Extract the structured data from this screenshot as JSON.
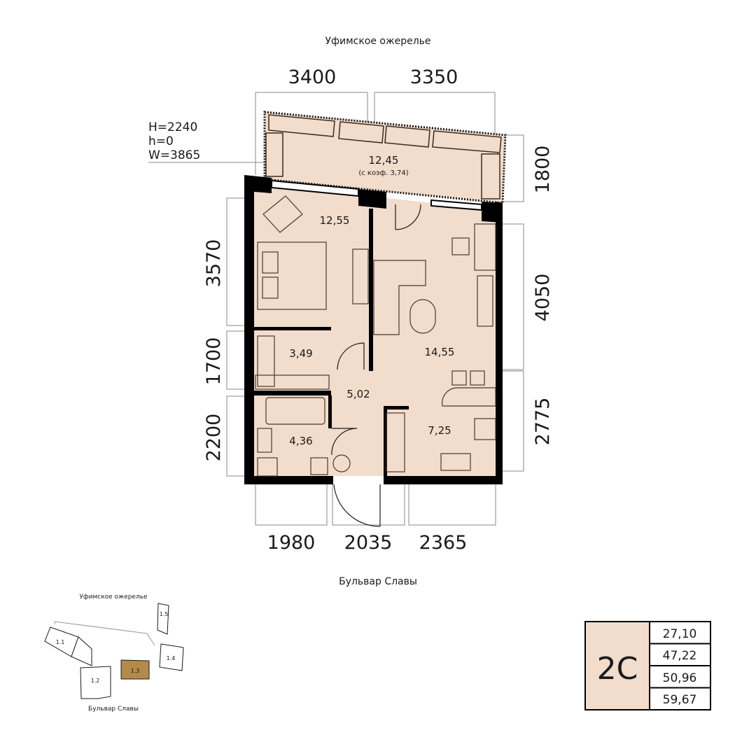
{
  "plan": {
    "street_top": "Уфимское ожерелье",
    "street_bottom": "Бульвар Славы",
    "window_spec": [
      "H=2240",
      "h=0",
      "W=3865"
    ],
    "dimensions_top": [
      "3400",
      "3350"
    ],
    "dimensions_right": [
      "1800",
      "4050",
      "2775"
    ],
    "dimensions_left": [
      "3570",
      "1700",
      "2200"
    ],
    "dimensions_bottom": [
      "1980",
      "2035",
      "2365"
    ],
    "rooms": {
      "balcony_area": "12,45",
      "balcony_coef": "(с коэф. 3,74)",
      "bedroom": "12,55",
      "closet": "3,49",
      "bathroom": "4,36",
      "hallway": "5,02",
      "living": "14,55",
      "kitchen": "7,25"
    },
    "fill_color": "#f2dccb"
  },
  "minimap": {
    "street_top": "Уфимское ожерелье",
    "street_bottom": "Бульвар Славы",
    "sections": [
      "1.1",
      "1.2",
      "1.3",
      "1.4",
      "1.5"
    ],
    "active_section": "1.3",
    "active_color": "#b48a4a"
  },
  "summary": {
    "type": "2С",
    "areas": [
      "27,10",
      "47,22",
      "50,96",
      "59,67"
    ]
  }
}
